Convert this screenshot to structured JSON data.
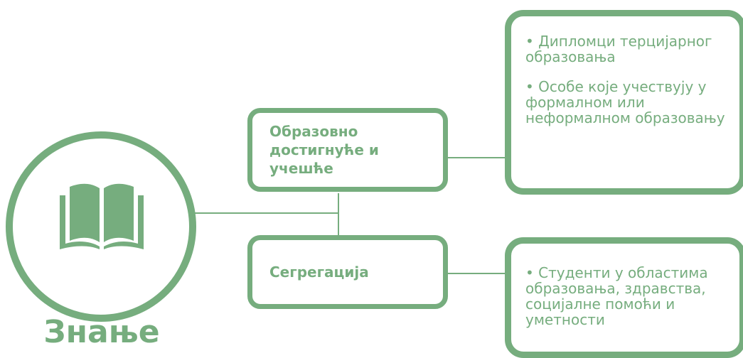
{
  "main": {
    "title": "Знање",
    "icon": "open-book-icon",
    "color": "#76ad7e"
  },
  "categories": [
    {
      "label": "Образовно достигнуће и учешће",
      "details": [
        "• Дипломци терцијарног образовања",
        "• Особе које учествују у формалном  или неформалном образовању"
      ]
    },
    {
      "label": "Сегрегација",
      "details": [
        "• Студенти  у областима образовања, здравства, социјалне помоћи и уметности"
      ]
    }
  ]
}
